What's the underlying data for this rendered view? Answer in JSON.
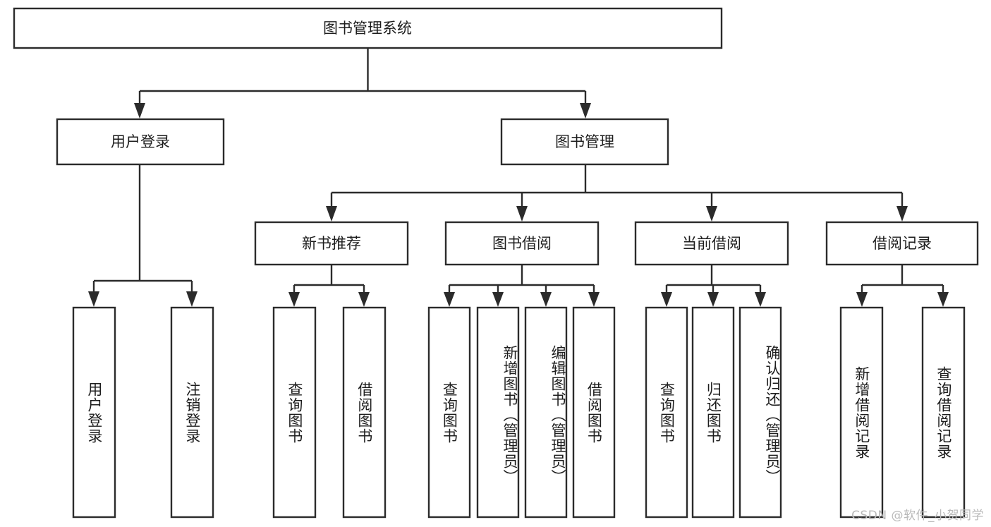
{
  "diagram": {
    "type": "tree",
    "title": "图书管理系统",
    "watermark": "CSDN @软件_小贺同学",
    "colors": {
      "stroke": "#2b2b2b",
      "fill": "#ffffff",
      "text": "#1d1d1d",
      "background": "#ffffff",
      "watermark": "#b9b9b9"
    },
    "levels": {
      "root": {
        "label": "图书管理系统"
      },
      "level2": [
        {
          "label": "用户登录"
        },
        {
          "label": "图书管理"
        }
      ],
      "level3": [
        {
          "label": "新书推荐"
        },
        {
          "label": "图书借阅"
        },
        {
          "label": "当前借阅"
        },
        {
          "label": "借阅记录"
        }
      ],
      "leaves": {
        "user_login": [
          {
            "label": "用户登录"
          },
          {
            "label": "注销登录"
          }
        ],
        "new_book_recommend": [
          {
            "label": "查询图书"
          },
          {
            "label": "借阅图书"
          }
        ],
        "book_borrow": [
          {
            "label": "查询图书"
          },
          {
            "label": "新增图书（管理员）"
          },
          {
            "label": "编辑图书（管理员）"
          },
          {
            "label": "借阅图书"
          }
        ],
        "current_borrow": [
          {
            "label": "查询图书"
          },
          {
            "label": "归还图书"
          },
          {
            "label": "确认归还（管理员）"
          }
        ],
        "borrow_record": [
          {
            "label": "新增借阅记录"
          },
          {
            "label": "查询借阅记录"
          }
        ]
      }
    }
  }
}
